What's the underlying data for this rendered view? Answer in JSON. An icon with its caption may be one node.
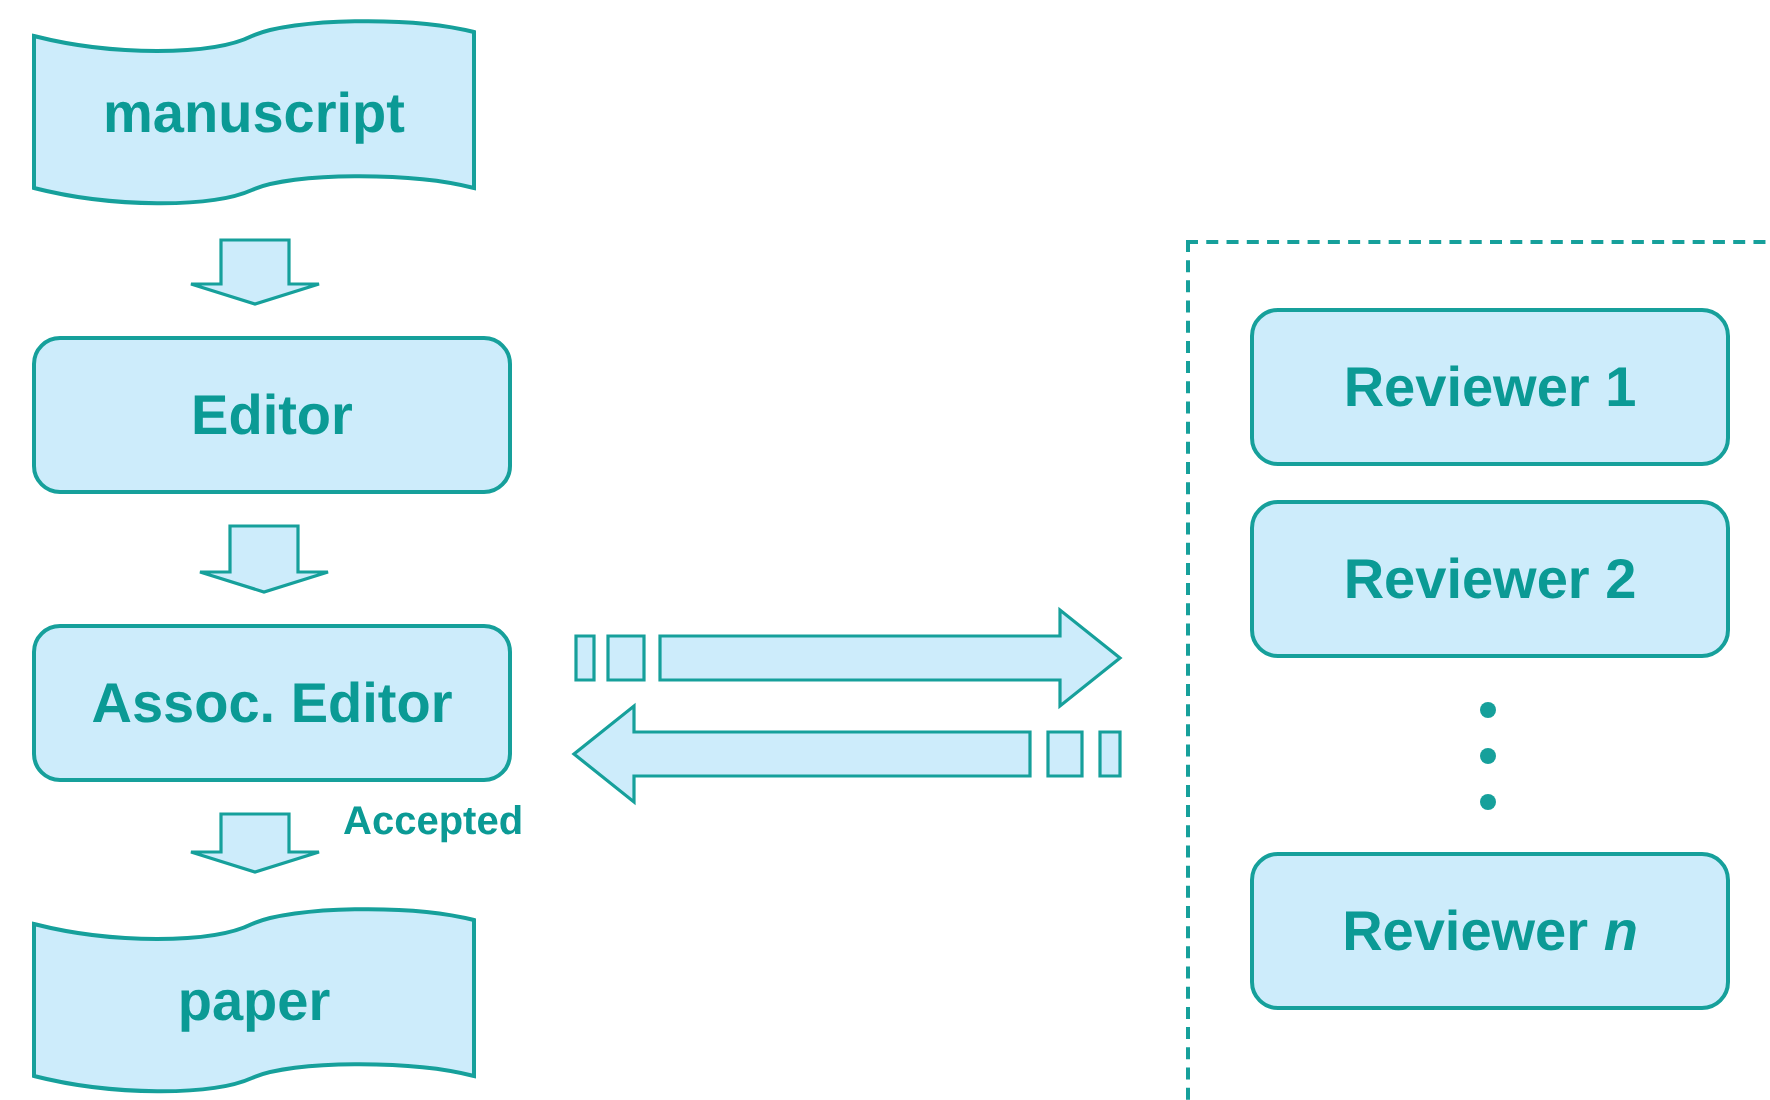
{
  "diagram": {
    "nodes": [
      {
        "text": [
          "manuscript"
        ]
      },
      {
        "text": [
          "Editor"
        ]
      },
      {
        "text": [
          "Assoc. Editor"
        ]
      },
      {
        "text": [
          "paper"
        ]
      },
      {
        "text": [],
        "shape": "box"
      },
      {
        "text": [
          "Reviewer 1"
        ],
        "in": 4
      },
      {
        "text": [
          "Reviewer 2"
        ],
        "in": 4
      },
      {
        "text": [
          "Reviewer *n*"
        ],
        "in": 4
      }
    ],
    "edges": [
      {
        "from": 0,
        "to": 1,
        "arrow": "to"
      },
      {
        "from": 1,
        "to": 2,
        "arrow": "to"
      },
      {
        "from": 2,
        "to": 3,
        "arrow": "to",
        "label": "Accepted"
      },
      {
        "from": 2,
        "to": 4,
        "arrow": "to"
      },
      {
        "from": 4,
        "to": 2,
        "arrow": "to"
      }
    ]
  }
}
